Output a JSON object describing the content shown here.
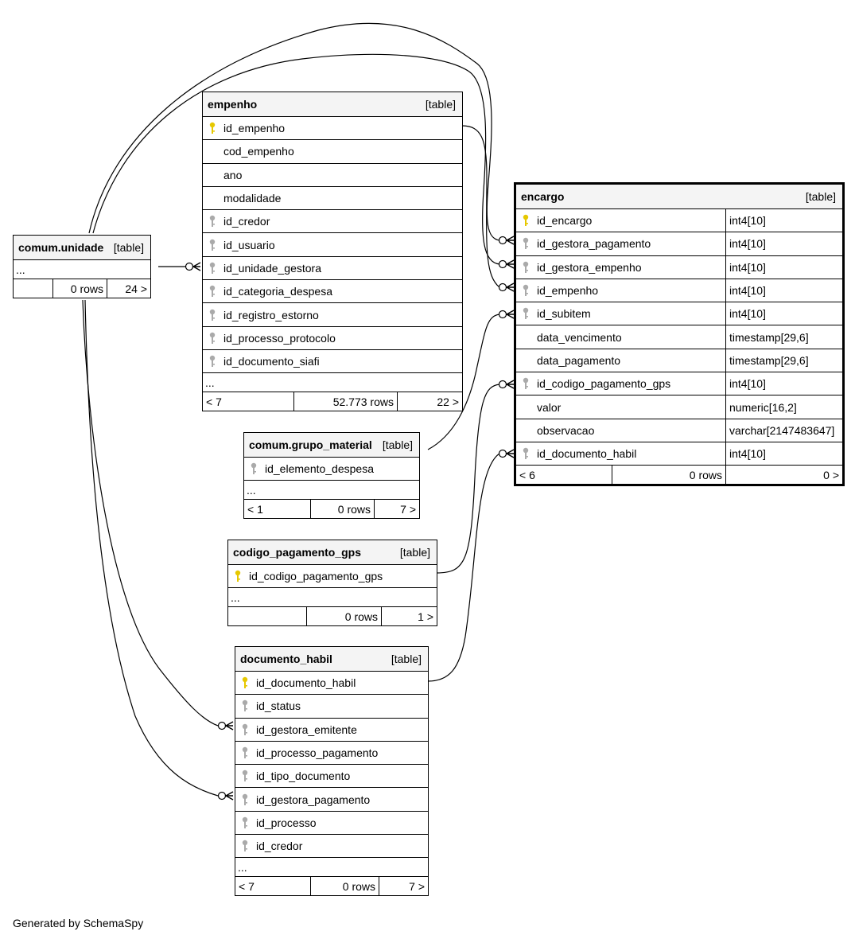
{
  "colors": {
    "primary_key_icon": "#e6c800",
    "foreign_key_icon": "#aaaaaa",
    "header_bg": "#f4f4f4"
  },
  "footer": "Generated by SchemaSpy",
  "tables": {
    "comum_unidade": {
      "name": "comum.unidade",
      "type": "[table]",
      "columns": [],
      "ellipsis": "...",
      "footer": {
        "parents": "",
        "rows": "0 rows",
        "children": "24 >"
      }
    },
    "empenho": {
      "name": "empenho",
      "type": "[table]",
      "columns": [
        {
          "name": "id_empenho",
          "key": "primary-key-icon"
        },
        {
          "name": "cod_empenho",
          "key": ""
        },
        {
          "name": "ano",
          "key": ""
        },
        {
          "name": "modalidade",
          "key": ""
        },
        {
          "name": "id_credor",
          "key": "foreign-key-icon"
        },
        {
          "name": "id_usuario",
          "key": "foreign-key-icon"
        },
        {
          "name": "id_unidade_gestora",
          "key": "foreign-key-icon"
        },
        {
          "name": "id_categoria_despesa",
          "key": "foreign-key-icon"
        },
        {
          "name": "id_registro_estorno",
          "key": "foreign-key-icon"
        },
        {
          "name": "id_processo_protocolo",
          "key": "foreign-key-icon"
        },
        {
          "name": "id_documento_siafi",
          "key": "foreign-key-icon"
        }
      ],
      "ellipsis": "...",
      "footer": {
        "parents": "< 7",
        "rows": "52.773 rows",
        "children": "22 >"
      }
    },
    "comum_grupo_material": {
      "name": "comum.grupo_material",
      "type": "[table]",
      "columns": [
        {
          "name": "id_elemento_despesa",
          "key": "foreign-key-icon"
        }
      ],
      "ellipsis": "...",
      "footer": {
        "parents": "< 1",
        "rows": "0 rows",
        "children": "7 >"
      }
    },
    "codigo_pagamento_gps": {
      "name": "codigo_pagamento_gps",
      "type": "[table]",
      "columns": [
        {
          "name": "id_codigo_pagamento_gps",
          "key": "primary-key-icon"
        }
      ],
      "ellipsis": "...",
      "footer": {
        "parents": "",
        "rows": "0 rows",
        "children": "1 >"
      }
    },
    "documento_habil": {
      "name": "documento_habil",
      "type": "[table]",
      "columns": [
        {
          "name": "id_documento_habil",
          "key": "primary-key-icon"
        },
        {
          "name": "id_status",
          "key": "foreign-key-icon"
        },
        {
          "name": "id_gestora_emitente",
          "key": "foreign-key-icon"
        },
        {
          "name": "id_processo_pagamento",
          "key": "foreign-key-icon"
        },
        {
          "name": "id_tipo_documento",
          "key": "foreign-key-icon"
        },
        {
          "name": "id_gestora_pagamento",
          "key": "foreign-key-icon"
        },
        {
          "name": "id_processo",
          "key": "foreign-key-icon"
        },
        {
          "name": "id_credor",
          "key": "foreign-key-icon"
        }
      ],
      "ellipsis": "...",
      "footer": {
        "parents": "< 7",
        "rows": "0 rows",
        "children": "7 >"
      }
    },
    "encargo": {
      "name": "encargo",
      "type": "[table]",
      "columns": [
        {
          "name": "id_encargo",
          "key": "primary-key-icon",
          "type": "int4[10]"
        },
        {
          "name": "id_gestora_pagamento",
          "key": "foreign-key-icon",
          "type": "int4[10]"
        },
        {
          "name": "id_gestora_empenho",
          "key": "foreign-key-icon",
          "type": "int4[10]"
        },
        {
          "name": "id_empenho",
          "key": "foreign-key-icon",
          "type": "int4[10]"
        },
        {
          "name": "id_subitem",
          "key": "foreign-key-icon",
          "type": "int4[10]"
        },
        {
          "name": "data_vencimento",
          "key": "",
          "type": "timestamp[29,6]"
        },
        {
          "name": "data_pagamento",
          "key": "",
          "type": "timestamp[29,6]"
        },
        {
          "name": "id_codigo_pagamento_gps",
          "key": "foreign-key-icon",
          "type": "int4[10]"
        },
        {
          "name": "valor",
          "key": "",
          "type": "numeric[16,2]"
        },
        {
          "name": "observacao",
          "key": "",
          "type": "varchar[2147483647]"
        },
        {
          "name": "id_documento_habil",
          "key": "foreign-key-icon",
          "type": "int4[10]"
        }
      ],
      "footer": {
        "parents": "< 6",
        "rows": "0 rows",
        "children": "0 >"
      }
    }
  }
}
